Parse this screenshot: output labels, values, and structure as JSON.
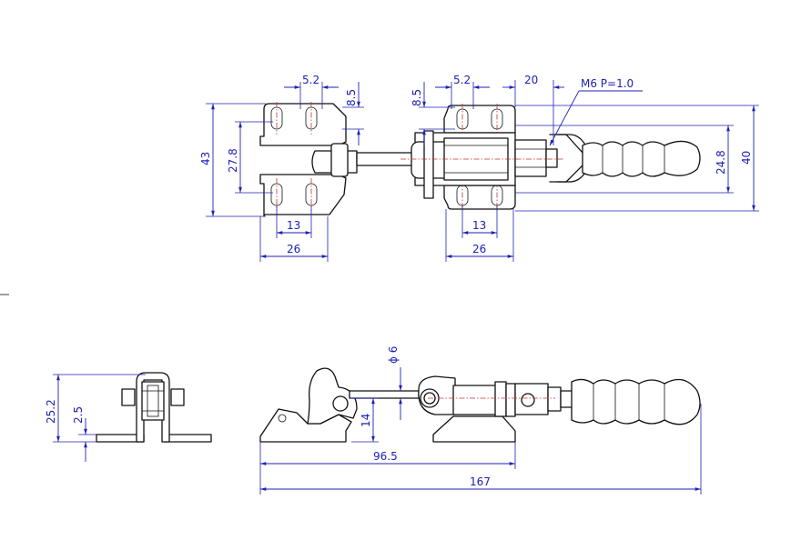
{
  "dimensions": {
    "top_left": {
      "slot_spacing": "5.2",
      "slot_offset": "8.5",
      "overall_height": "43",
      "hole_pitch": "27.8",
      "hole_span": "13",
      "base_width": "26"
    },
    "top_right": {
      "slot_spacing": "5.2",
      "slot_offset": "8.5",
      "thread_callout": "M6 P=1.0",
      "rod_offset": "20",
      "inner_height": "24.8",
      "overall_height": "40",
      "hole_span": "13",
      "base_width": "26"
    },
    "side_view": {
      "height": "25.2",
      "thickness": "2.5"
    },
    "front_view": {
      "pin_diameter": "ϕ 6",
      "pin_height": "14",
      "hook_length": "96.5",
      "overall_length": "167"
    }
  },
  "colors": {
    "dimension": "#1e22b4",
    "centerline": "#c0392b",
    "outline": "#111111"
  }
}
